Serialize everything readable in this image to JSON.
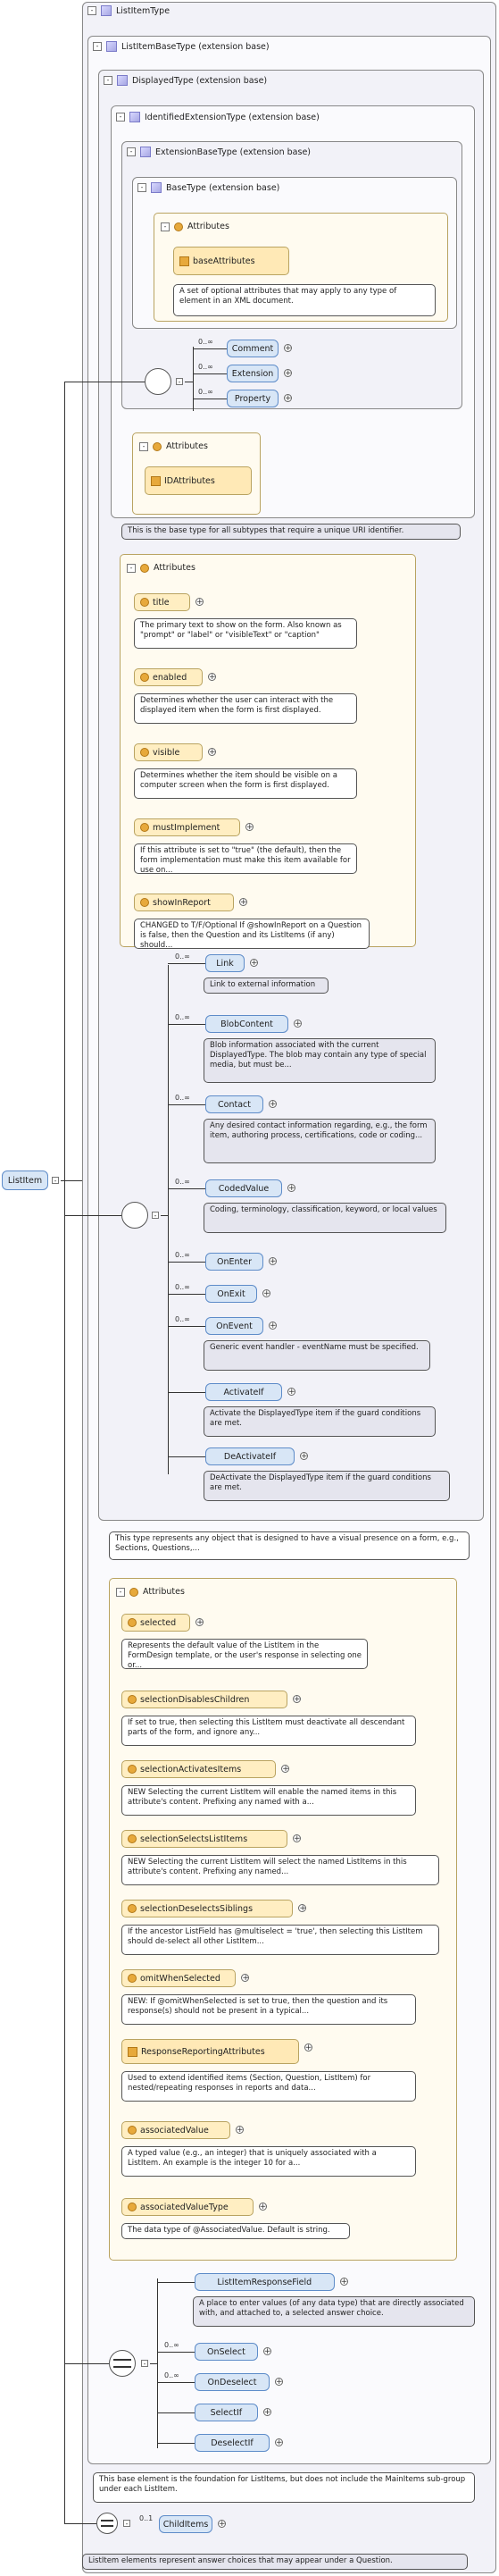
{
  "root": {
    "label": "ListItem",
    "type_label": "ListItemType"
  },
  "types": {
    "list_item_base": "ListItemBaseType (extension base)",
    "displayed": "DisplayedType (extension base)",
    "identified_extension": "IdentifiedExtensionType (extension base)",
    "extension_base": "ExtensionBaseType (extension base)",
    "base": "BaseType (extension base)"
  },
  "attributes_label": "Attributes",
  "base_type": {
    "attr_group": "baseAttributes",
    "attr_group_doc": "A set of optional attributes that may apply to any type of element in an XML document."
  },
  "extension_base": {
    "elements": [
      {
        "label": "Comment",
        "mult": "0..∞"
      },
      {
        "label": "Extension",
        "mult": "0..∞"
      },
      {
        "label": "Property",
        "mult": "0..∞"
      }
    ]
  },
  "identified_extension": {
    "attr_group": "IDAttributes",
    "doc": "This is the base type for all subtypes that require a unique URI identifier."
  },
  "displayed": {
    "attributes": [
      {
        "label": "title",
        "doc": "The primary text to show on the form. Also known as \"prompt\" or \"label\" or \"visibleText\" or \"caption\""
      },
      {
        "label": "enabled",
        "doc": "Determines whether the user can interact with the displayed item when the form is first displayed."
      },
      {
        "label": "visible",
        "doc": "Determines whether the item should be visible on a computer screen when the form is first displayed."
      },
      {
        "label": "mustImplement",
        "doc": "If this attribute is set to \"true\" (the default), then the form implementation must make this item available for use on..."
      },
      {
        "label": "showInReport",
        "doc": "CHANGED to T/F/Optional If @showInReport on a Question is false, then the Question and its ListItems (if any) should..."
      }
    ],
    "elements": [
      {
        "label": "Link",
        "mult": "0..∞",
        "doc": "Link to external information"
      },
      {
        "label": "BlobContent",
        "mult": "0..∞",
        "doc": "Blob information associated with the current DisplayedType. The blob may contain any type of special media, but must be..."
      },
      {
        "label": "Contact",
        "mult": "0..∞",
        "doc": "Any desired contact information regarding, e.g., the form item, authoring process, certifications, code or coding..."
      },
      {
        "label": "CodedValue",
        "mult": "0..∞",
        "doc": "Coding, terminology, classification, keyword, or local values"
      },
      {
        "label": "OnEnter",
        "mult": "0..∞",
        "doc": ""
      },
      {
        "label": "OnExit",
        "mult": "0..∞",
        "doc": ""
      },
      {
        "label": "OnEvent",
        "mult": "0..∞",
        "doc": "Generic event handler - eventName must be specified."
      },
      {
        "label": "ActivateIf",
        "mult": "",
        "doc": "Activate the DisplayedType item if the guard conditions are met."
      },
      {
        "label": "DeActivateIf",
        "mult": "",
        "doc": "DeActivate the DisplayedType item if the guard conditions are met."
      }
    ],
    "doc": "This type represents any object that is designed to have a visual presence on a form, e.g., Sections, Questions,..."
  },
  "list_item_base": {
    "attributes": [
      {
        "label": "selected",
        "doc": "Represents the default value of the ListItem in the FormDesign template, or the user's response in selecting one or..."
      },
      {
        "label": "selectionDisablesChildren",
        "doc": "If set to true, then selecting this ListItem must deactivate all descendant parts of the form, and ignore any..."
      },
      {
        "label": "selectionActivatesItems",
        "doc": "NEW Selecting the current ListItem will enable the named items in this attribute's content. Prefixing any named with a..."
      },
      {
        "label": "selectionSelectsListItems",
        "doc": "NEW Selecting the current ListItem will select the named ListItems in this attribute's content. Prefixing any named..."
      },
      {
        "label": "selectionDeselectsSiblings",
        "doc": "If the ancestor ListField has @multiselect = 'true', then selecting this ListItem should de-select all other ListItem..."
      },
      {
        "label": "omitWhenSelected",
        "doc": "NEW: If @omitWhenSelected is set to true, then the question and its response(s) should not be present in a typical..."
      },
      {
        "label": "ResponseReportingAttributes",
        "doc": "Used to extend identified items (Section, Question, ListItem) for nested/repeating responses in reports and data...",
        "group": true
      },
      {
        "label": "associatedValue",
        "doc": "A typed value (e.g., an integer) that is uniquely associated with a ListItem. An example is the integer 10 for a..."
      },
      {
        "label": "associatedValueType",
        "doc": "The data type of @AssociatedValue. Default is string."
      }
    ],
    "elements": [
      {
        "label": "ListItemResponseField",
        "mult": "",
        "doc": "A place to enter values (of any data type) that are directly associated with, and attached to, a selected answer choice."
      },
      {
        "label": "OnSelect",
        "mult": "0..∞"
      },
      {
        "label": "OnDeselect",
        "mult": "0..∞"
      },
      {
        "label": "SelectIf",
        "mult": ""
      },
      {
        "label": "DeselectIf",
        "mult": ""
      }
    ],
    "doc": "This base element is the foundation for ListItems, but does not include the MainItems sub-group under each ListItem."
  },
  "list_item": {
    "child": {
      "label": "ChildItems",
      "mult": "0..1"
    },
    "doc": "ListItem elements represent answer choices that may appear under a Question."
  }
}
